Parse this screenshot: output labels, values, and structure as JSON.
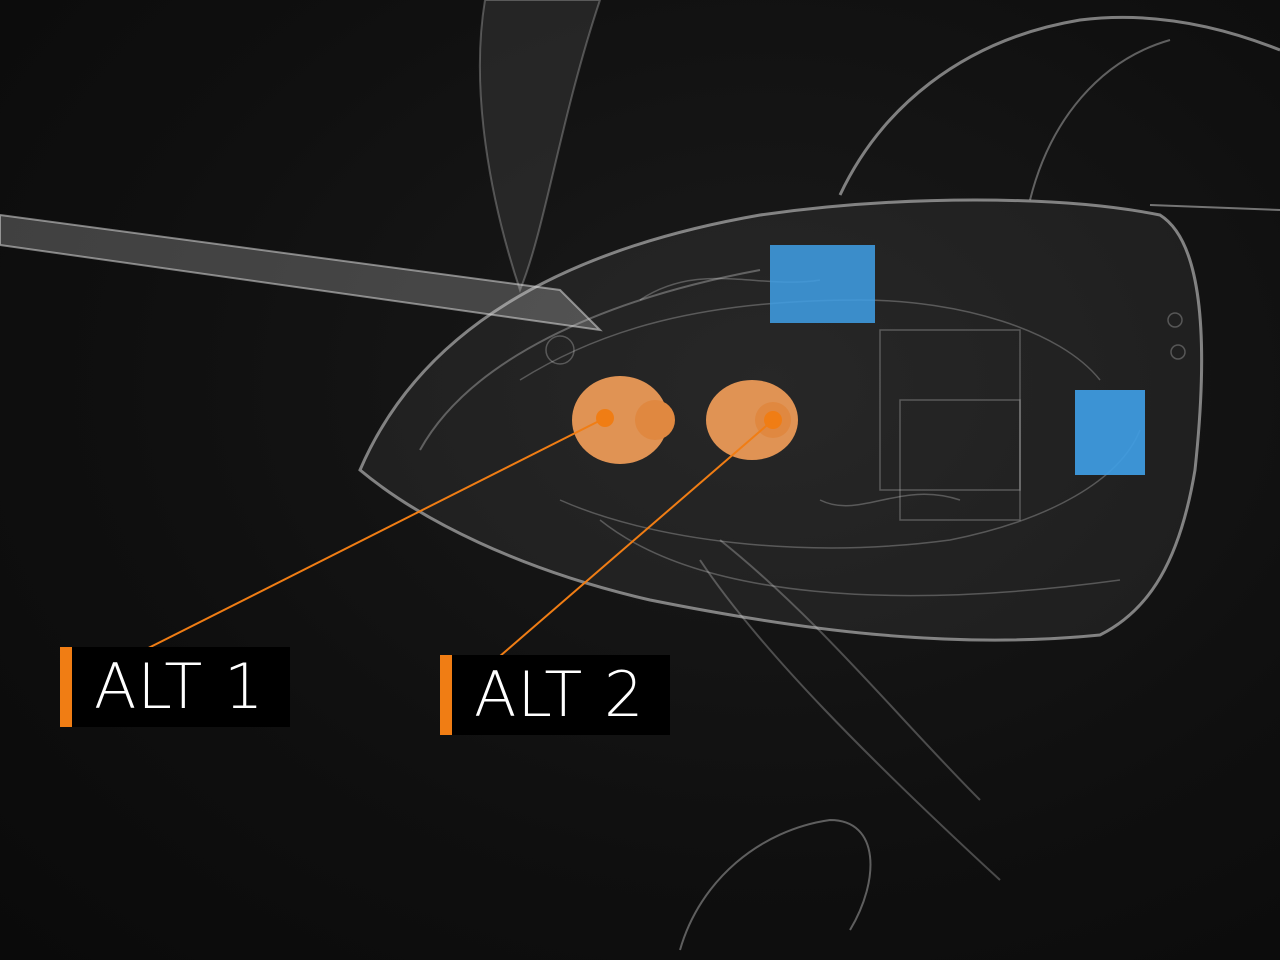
{
  "colors": {
    "accent": "#f07d14",
    "component_orange": "#f5a05a",
    "component_blue": "#3fa0e8",
    "background": "#0e0e0e"
  },
  "callouts": [
    {
      "label": "ALT 1",
      "component": "alternator-1"
    },
    {
      "label": "ALT 2",
      "component": "alternator-2"
    }
  ]
}
